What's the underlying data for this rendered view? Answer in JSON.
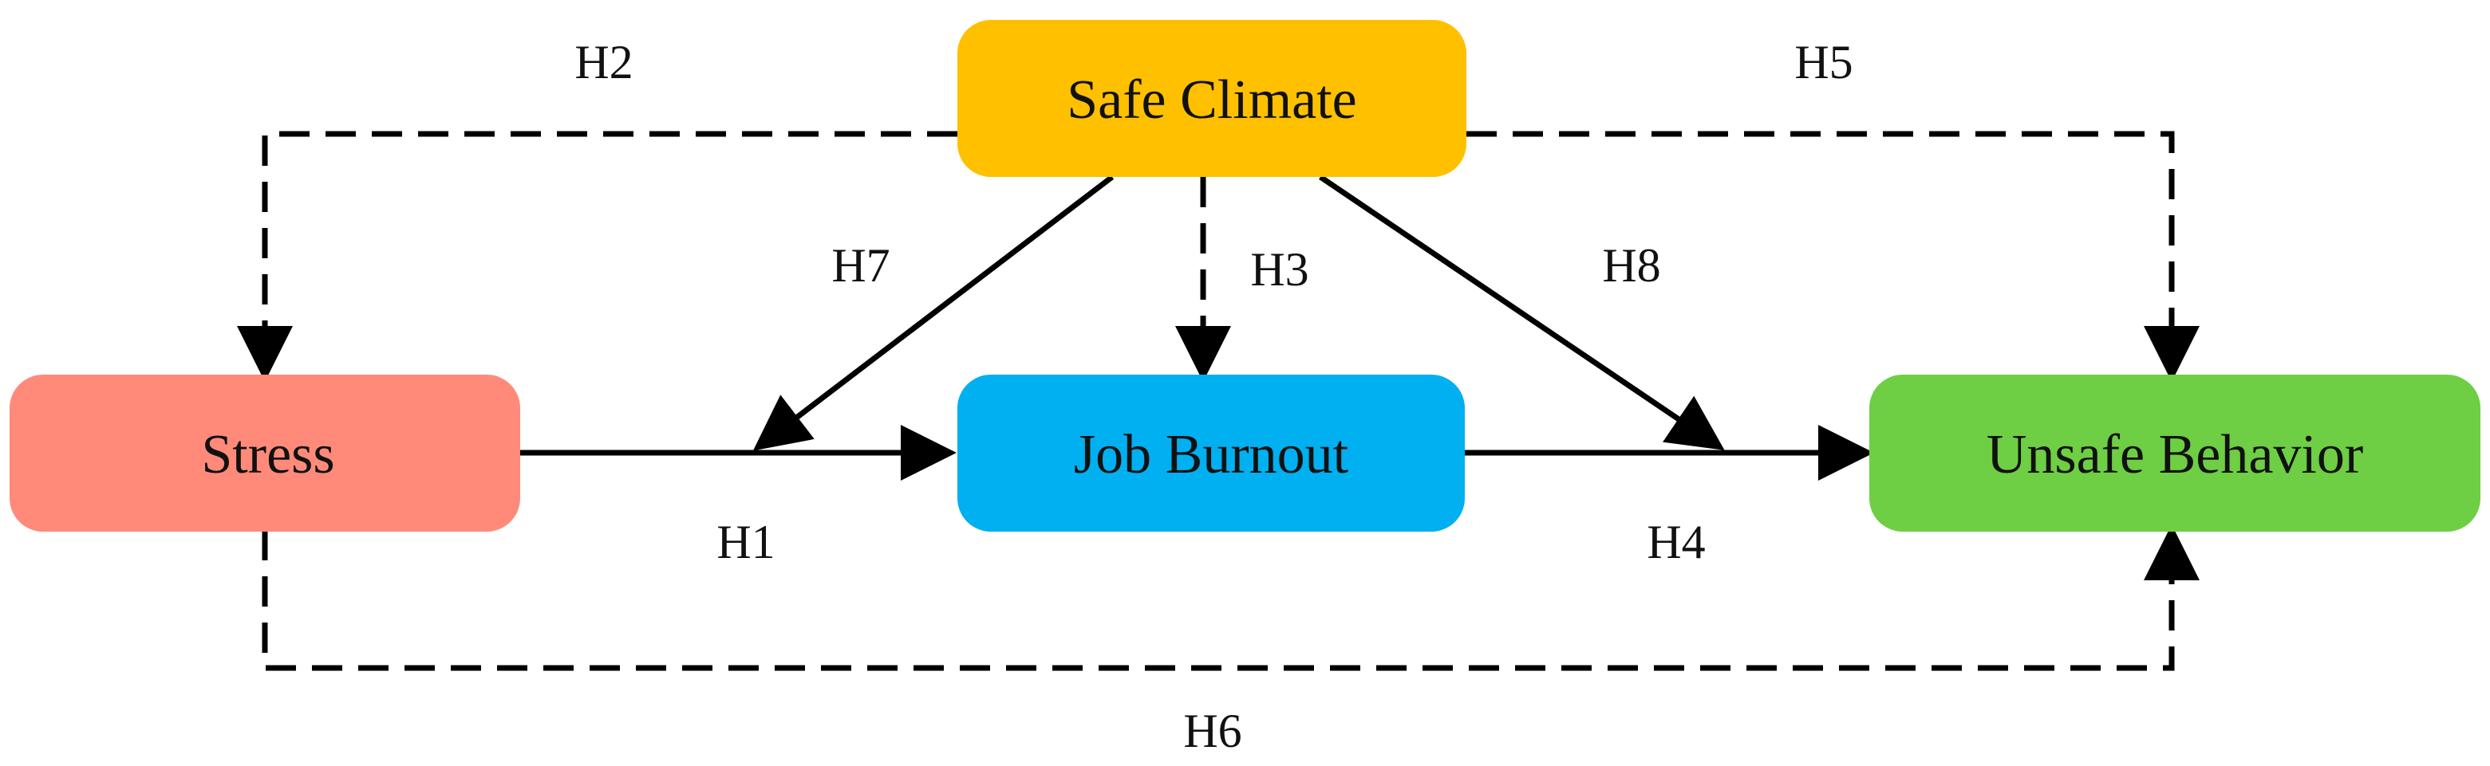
{
  "nodes": {
    "safe_climate": {
      "label": "Safe Climate",
      "color": "#FFC000"
    },
    "stress": {
      "label": "Stress",
      "color": "#FF8A7A"
    },
    "job_burnout": {
      "label": "Job Burnout",
      "color": "#00B0F0"
    },
    "unsafe_behavior": {
      "label": "Unsafe Behavior",
      "color": "#6ECE44"
    }
  },
  "hypotheses": {
    "h1": "H1",
    "h2": "H2",
    "h3": "H3",
    "h4": "H4",
    "h5": "H5",
    "h6": "H6",
    "h7": "H7",
    "h8": "H8"
  },
  "edges": [
    {
      "id": "h1",
      "from": "stress",
      "to": "job_burnout",
      "style": "solid"
    },
    {
      "id": "h2",
      "from": "safe_climate",
      "to": "stress",
      "style": "dashed"
    },
    {
      "id": "h3",
      "from": "safe_climate",
      "to": "job_burnout",
      "style": "dashed"
    },
    {
      "id": "h4",
      "from": "job_burnout",
      "to": "unsafe_behavior",
      "style": "solid"
    },
    {
      "id": "h5",
      "from": "safe_climate",
      "to": "unsafe_behavior",
      "style": "dashed"
    },
    {
      "id": "h6",
      "from": "stress",
      "to": "unsafe_behavior",
      "style": "dashed"
    },
    {
      "id": "h7",
      "from": "safe_climate",
      "to": "h1",
      "style": "solid"
    },
    {
      "id": "h8",
      "from": "safe_climate",
      "to": "h4",
      "style": "solid"
    }
  ]
}
